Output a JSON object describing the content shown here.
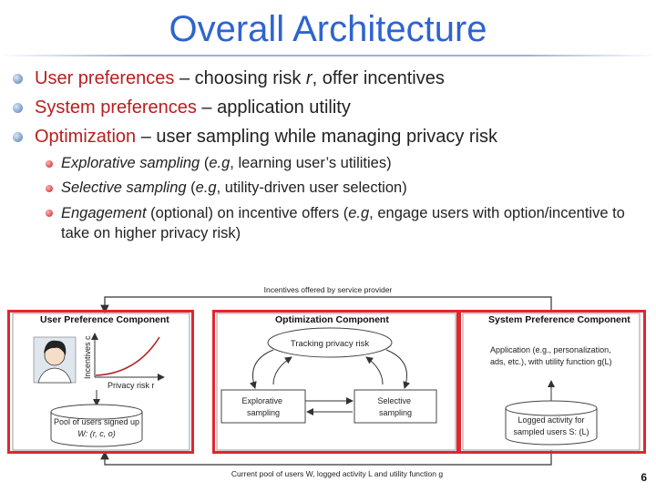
{
  "title": "Overall Architecture",
  "bullets": [
    {
      "key": "User preferences",
      "text": " – choosing risk ",
      "var": "r",
      "tail": ", offer incentives"
    },
    {
      "key": "System preferences",
      "text": " – application utility"
    },
    {
      "key": "Optimization",
      "text": " – user sampling while managing privacy risk"
    }
  ],
  "sub_bullets": [
    {
      "em": "Explorative sampling",
      "pre": " (",
      "eg": "e.g",
      "rest": ", learning user’s utilities)"
    },
    {
      "em": "Selective sampling",
      "pre": " (",
      "eg": "e.g",
      "rest": ", utility-driven user selection)"
    },
    {
      "em": "Engagement",
      "pre": " (optional) on incentive offers (",
      "eg": "e.g",
      "rest": ", engage users with option/incentive to take on higher privacy risk)"
    }
  ],
  "diagram": {
    "top_arrow_label": "Incentives offered by service provider",
    "bottom_arrow_label": "Current pool of users W, logged activity L and utility function g",
    "user_pref": {
      "title": "User Preference Component",
      "y_axis": "Incentives c",
      "x_axis": "Privacy risk r",
      "pool_label_1": "Pool of users signed up",
      "pool_label_2": "W: (r, c, o)"
    },
    "optimization": {
      "title": "Optimization Component",
      "tracking": "Tracking privacy risk",
      "explorative": "Explorative sampling",
      "selective": "Selective sampling"
    },
    "system_pref": {
      "title": "System Preference Component",
      "app_1": "Application (e.g., personalization,",
      "app_2": "ads, etc.), with utility function g(L)",
      "log_1": "Logged activity for",
      "log_2": "sampled users S: (L)"
    }
  },
  "page_number": "6"
}
